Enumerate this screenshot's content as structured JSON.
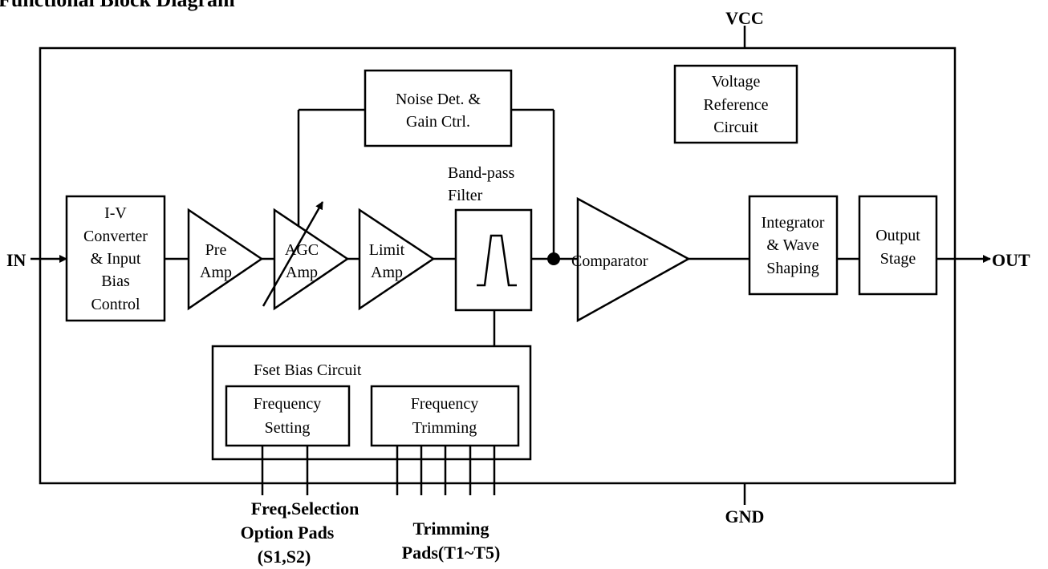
{
  "title": "Functional Block Diagram",
  "pins": {
    "vcc": "VCC",
    "gnd": "GND",
    "in": "IN",
    "out": "OUT"
  },
  "blocks": {
    "iv_converter": [
      "I-V",
      "Converter",
      "& Input",
      "Bias",
      "Control"
    ],
    "pre_amp": [
      "Pre",
      "Amp"
    ],
    "agc_amp": [
      "AGC",
      "Amp"
    ],
    "limit_amp": [
      "Limit",
      "Amp"
    ],
    "band_pass_filter": [
      "Band-pass",
      "Filter"
    ],
    "noise_det": [
      "Noise Det. &",
      "Gain Ctrl."
    ],
    "voltage_ref": [
      "Voltage",
      "Reference",
      "Circuit"
    ],
    "comparator": "Comparator",
    "integrator": [
      "Integrator",
      "& Wave",
      "Shaping"
    ],
    "output_stage": [
      "Output",
      "Stage"
    ],
    "fset_bias": "Fset Bias Circuit",
    "freq_setting": [
      "Frequency",
      "Setting"
    ],
    "freq_trimming": [
      "Frequency",
      "Trimming"
    ]
  },
  "pads": {
    "freq_selection": [
      "Freq.Selection",
      "Option Pads",
      "(S1,S2)"
    ],
    "trimming": [
      "Trimming",
      "Pads(T1~T5)"
    ]
  }
}
